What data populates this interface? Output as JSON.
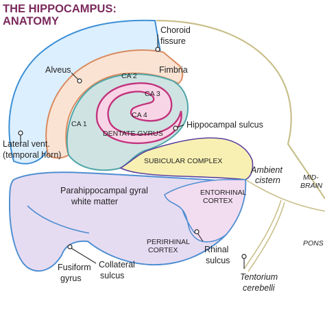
{
  "title": {
    "line1": "THE HIPPOCAMPUS:",
    "line2": "ANATOMY"
  },
  "labels": {
    "choroid_fissure": [
      "Choroid",
      "fissure"
    ],
    "alveus": "Alveus",
    "fimbria": "Fimbria",
    "ca2": "CA 2",
    "ca3": "CA 3",
    "ca4": "CA 4",
    "ca1": "CA 1",
    "dentate_gyrus": "DENTATE GYRUS",
    "hippocampal_sulcus": "Hippocampal sulcus",
    "lateral_vent": [
      "Lateral vent.",
      "(temporal horn)"
    ],
    "subicular_complex": "SUBICULAR COMPLEX",
    "ambient_cistern": [
      "Ambient",
      "cistern"
    ],
    "mid_brain": [
      "MID-",
      "BRAIN"
    ],
    "parahippocampal_wm": [
      "Parahippocampal gyral",
      "white matter"
    ],
    "entorhinal_cortex": [
      "ENTORHINAL",
      "CORTEX"
    ],
    "pons": "PONS",
    "perirhinal_cortex": [
      "PERIRHINAL",
      "CORTEX"
    ],
    "rhinal_sulcus": [
      "Rhinal",
      "sulcus"
    ],
    "fusiform_gyrus": [
      "Fusiform",
      "gyrus"
    ],
    "collateral_sulcus": [
      "Collateral",
      "sulcus"
    ],
    "tentorium_cerebelli": [
      "Tentorium",
      "cerebelli"
    ]
  },
  "colors": {
    "title": "#7b2a5c",
    "ventricle_fill": "#dcefff",
    "ventricle_stroke": "#3c8fd6",
    "alveus_fill": "#fbe3d3",
    "alveus_stroke": "#d98a5e",
    "ca_fill": "#cfe4e2",
    "ca_stroke": "#4fa5a9",
    "dentate_fill": "#f8d5e6",
    "dentate_stroke": "#c2337d",
    "subicular_fill": "#f7f0b2",
    "subicular_stroke": "#5a3fa0",
    "parahippocampal_fill": "#e6dcf2",
    "parahippocampal_stroke": "#4f8fd1",
    "entorhinal_fill": "#f2dcf0",
    "brainstem_stroke": "#c9bf8a"
  }
}
